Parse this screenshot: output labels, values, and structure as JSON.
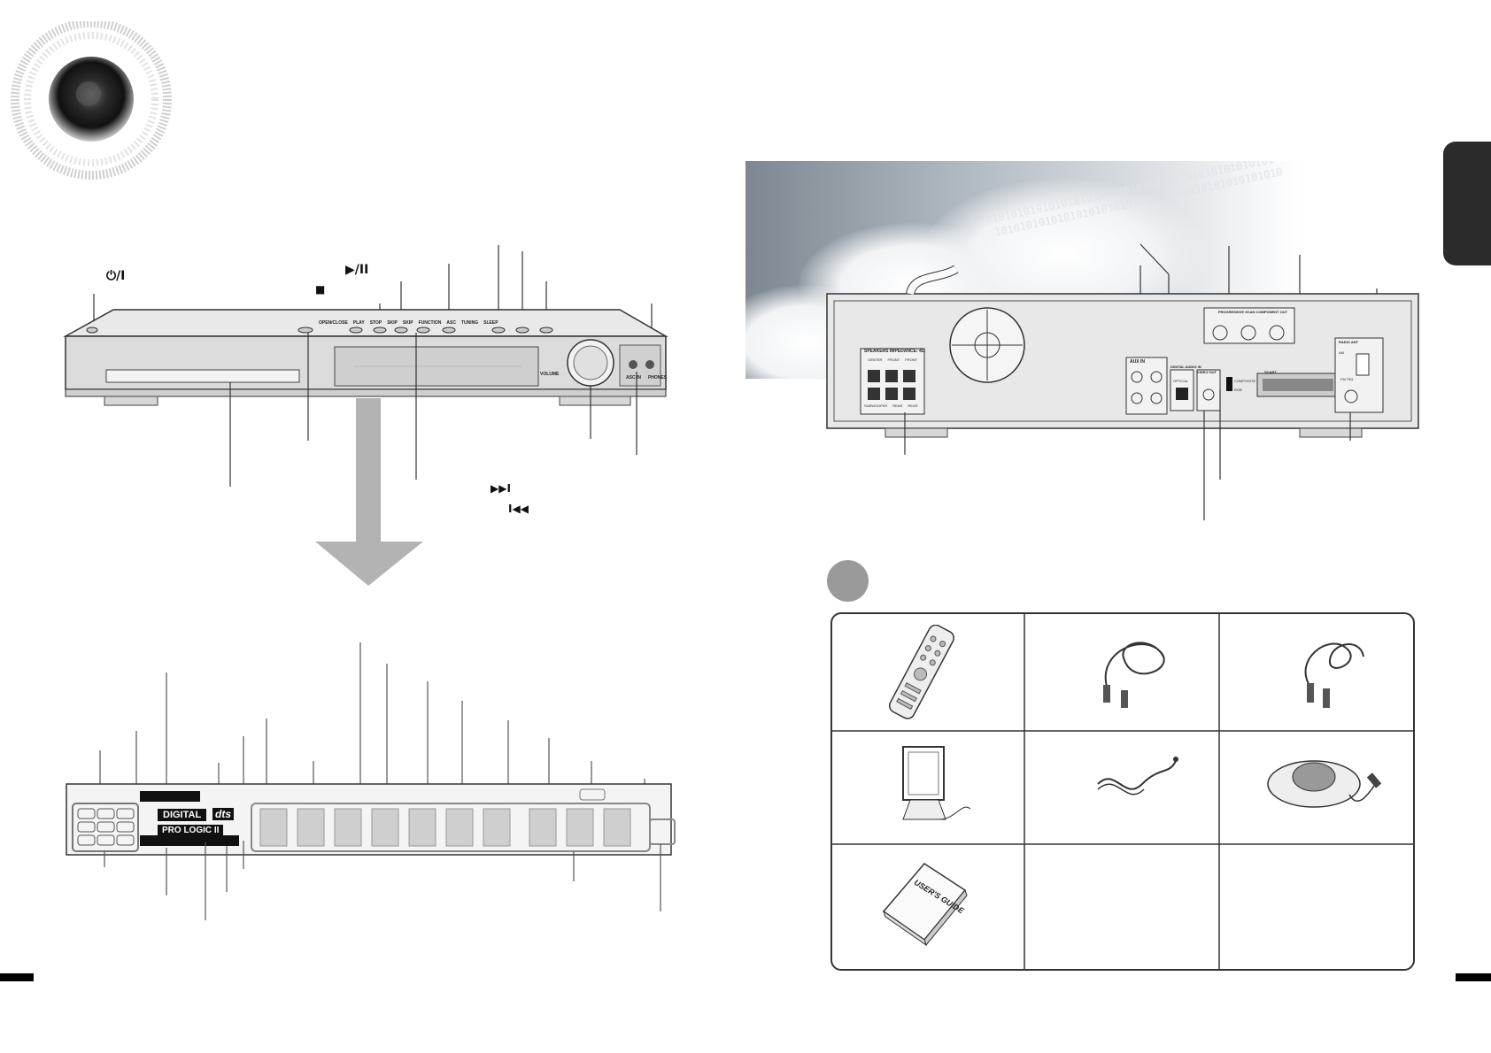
{
  "front_panel": {
    "power_symbol": "⏻/I",
    "play_pause_symbol": "▶/II",
    "stop_symbol": "■",
    "next_symbol": "▶▶I",
    "prev_symbol": "I◀◀",
    "button_labels": [
      "OPEN/CLOSE",
      "PLAY",
      "STOP",
      "SKIP",
      "SKIP",
      "FUNCTION",
      "ASC",
      "TUNING",
      "SLEEP"
    ],
    "volume_label": "VOLUME",
    "jack_labels": [
      "ASC IN",
      "PHONES"
    ]
  },
  "display_panel": {
    "digital_badge": "DIGITAL",
    "prologic_badge": "PRO LOGIC II",
    "dts_badge": "dts"
  },
  "rear_panel": {
    "speakers_label": "SPEAKERS IMPEDANCE: 4Ω",
    "speaker_terminals": [
      "CENTER",
      "FRONT",
      "FRONT",
      "SUBWOOFER",
      "REAR",
      "REAR"
    ],
    "aux_in_label": "AUX IN",
    "digital_audio_label": "DIGITAL AUDIO IN",
    "optical_label": "OPTICAL",
    "video_out_label": "VIDEO OUT",
    "component_out_label": "PROGRESSIVE SCAN COMPONENT OUT",
    "composite_label": "COMPOSITE",
    "rgb_label": "RGB",
    "scart_label": "SCART",
    "radio_ant_label": "RADIO ANT",
    "am_label": "AM",
    "fm_label": "FM 75Ω"
  },
  "accessories": {
    "items": [
      "remote-control",
      "video-cable",
      "audio-cable",
      "am-antenna",
      "fm-antenna",
      "auto-sound-microphone",
      "users-guide"
    ],
    "guide_cover_text": "USER'S GUIDE"
  },
  "colors": {
    "side_tab": "#2b2b2b",
    "bullet": "#9a9a9a",
    "arrow": "#b3b3b3"
  }
}
